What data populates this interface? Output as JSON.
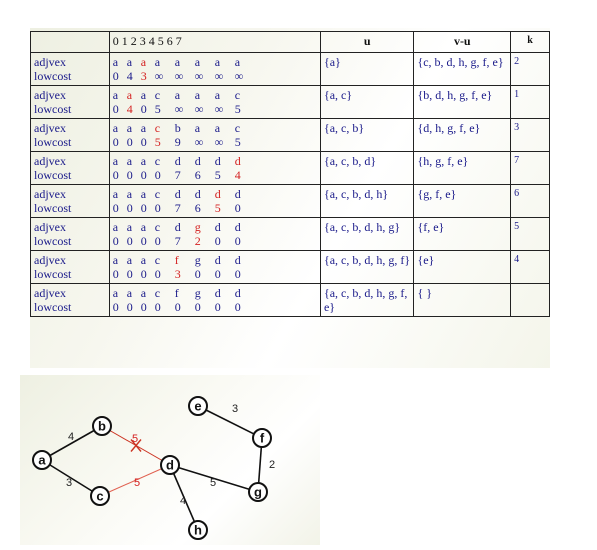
{
  "table": {
    "index_header": "0 1 2 3 4 5 6 7",
    "u_header": "u",
    "vu_header": "v-u",
    "k_header": "k",
    "rows": [
      {
        "adj_label": "adjvex",
        "low_label": "lowcost",
        "adjvex": [
          "a",
          "a",
          "a",
          "a",
          "a",
          "a",
          "a",
          "a"
        ],
        "lowcost": [
          "0",
          "4",
          "3",
          "∞",
          "∞",
          "∞",
          "∞",
          "∞"
        ],
        "adj_red": [
          2
        ],
        "low_red": [
          2
        ],
        "u": "{a}",
        "vu": "{c, b, d, h, g, f, e}",
        "k": "2"
      },
      {
        "adj_label": "adjvex",
        "low_label": "lowcost",
        "adjvex": [
          "a",
          "a",
          "a",
          "c",
          "a",
          "a",
          "a",
          "c"
        ],
        "lowcost": [
          "0",
          "4",
          "0",
          "5",
          "∞",
          "∞",
          "∞",
          "5"
        ],
        "adj_red": [
          1
        ],
        "low_red": [
          1
        ],
        "u": "{a, c}",
        "vu": "{b, d, h, g, f, e}",
        "k": "1"
      },
      {
        "adj_label": "adjvex",
        "low_label": "lowcost",
        "adjvex": [
          "a",
          "a",
          "a",
          "c",
          "b",
          "a",
          "a",
          "c"
        ],
        "lowcost": [
          "0",
          "0",
          "0",
          "5",
          "9",
          "∞",
          "∞",
          "5"
        ],
        "adj_red": [
          3
        ],
        "low_red": [
          3
        ],
        "u": "{a, c, b}",
        "vu": "{d, h, g, f, e}",
        "k": "3"
      },
      {
        "adj_label": "adjvex",
        "low_label": "lowcost",
        "adjvex": [
          "a",
          "a",
          "a",
          "c",
          "d",
          "d",
          "d",
          "d"
        ],
        "lowcost": [
          "0",
          "0",
          "0",
          "0",
          "7",
          "6",
          "5",
          "4"
        ],
        "adj_red": [
          7
        ],
        "low_red": [
          7
        ],
        "u": "{a, c, b, d}",
        "vu": "{h, g, f, e}",
        "k": "7"
      },
      {
        "adj_label": "adjvex",
        "low_label": "lowcost",
        "adjvex": [
          "a",
          "a",
          "a",
          "c",
          "d",
          "d",
          "d",
          "d"
        ],
        "lowcost": [
          "0",
          "0",
          "0",
          "0",
          "7",
          "6",
          "5",
          "0"
        ],
        "adj_red": [
          6
        ],
        "low_red": [
          6
        ],
        "u": "{a, c, b, d, h}",
        "vu": "{g, f, e}",
        "k": "6"
      },
      {
        "adj_label": "adjvex",
        "low_label": "lowcost",
        "adjvex": [
          "a",
          "a",
          "a",
          "c",
          "d",
          "g",
          "d",
          "d"
        ],
        "lowcost": [
          "0",
          "0",
          "0",
          "0",
          "7",
          "2",
          "0",
          "0"
        ],
        "adj_red": [
          5
        ],
        "low_red": [
          5
        ],
        "u": "{a, c, b, d, h, g}",
        "vu": "{f, e}",
        "k": "5"
      },
      {
        "adj_label": "adjvex",
        "low_label": "lowcost",
        "adjvex": [
          "a",
          "a",
          "a",
          "c",
          "f",
          "g",
          "d",
          "d"
        ],
        "lowcost": [
          "0",
          "0",
          "0",
          "0",
          "3",
          "0",
          "0",
          "0"
        ],
        "adj_red": [
          4
        ],
        "low_red": [
          4
        ],
        "u": "{a, c, b, d, h, g, f}",
        "vu": "{e}",
        "k": "4"
      },
      {
        "adj_label": "adjvex",
        "low_label": "lowcost",
        "adjvex": [
          "a",
          "a",
          "a",
          "c",
          "f",
          "g",
          "d",
          "d"
        ],
        "lowcost": [
          "0",
          "0",
          "0",
          "0",
          "0",
          "0",
          "0",
          "0"
        ],
        "adj_red": [],
        "low_red": [],
        "u": "{a, c, b, d, h, g, f, e}",
        "vu": "{ }",
        "k": ""
      }
    ]
  },
  "graph": {
    "nodes": [
      "a",
      "b",
      "c",
      "d",
      "e",
      "f",
      "g",
      "h"
    ],
    "edges": [
      {
        "from": "a",
        "to": "b",
        "weight": "4",
        "color": "#111111"
      },
      {
        "from": "a",
        "to": "c",
        "weight": "3",
        "color": "#111111"
      },
      {
        "from": "b",
        "to": "d",
        "weight": "5",
        "color": "#cc3322",
        "crossed": true
      },
      {
        "from": "c",
        "to": "d",
        "weight": "5",
        "color": "#e06050"
      },
      {
        "from": "d",
        "to": "g",
        "weight": "5",
        "color": "#111111"
      },
      {
        "from": "d",
        "to": "h",
        "weight": "4",
        "color": "#111111"
      },
      {
        "from": "e",
        "to": "f",
        "weight": "3",
        "color": "#111111"
      },
      {
        "from": "f",
        "to": "g",
        "weight": "2",
        "color": "#111111"
      }
    ]
  }
}
